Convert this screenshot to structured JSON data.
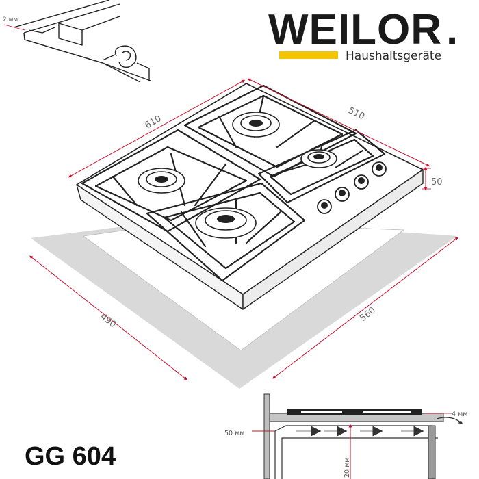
{
  "brand": {
    "name": "WEILOR",
    "dot": ".",
    "tagline": "Haushaltsgeräte",
    "accent_color": "#f2c500"
  },
  "model": "GG 604",
  "dimensions": {
    "width_top": "610",
    "depth_top": "510",
    "height": "50",
    "cutout_width": "560",
    "cutout_depth": "490",
    "dim_color": "#c8102e"
  },
  "seal_detail": {
    "gap_label": "2 мм"
  },
  "installation": {
    "clearance_side": "50 мм",
    "clearance_gap": "4 мм",
    "clearance_bottom": "20 мм"
  }
}
